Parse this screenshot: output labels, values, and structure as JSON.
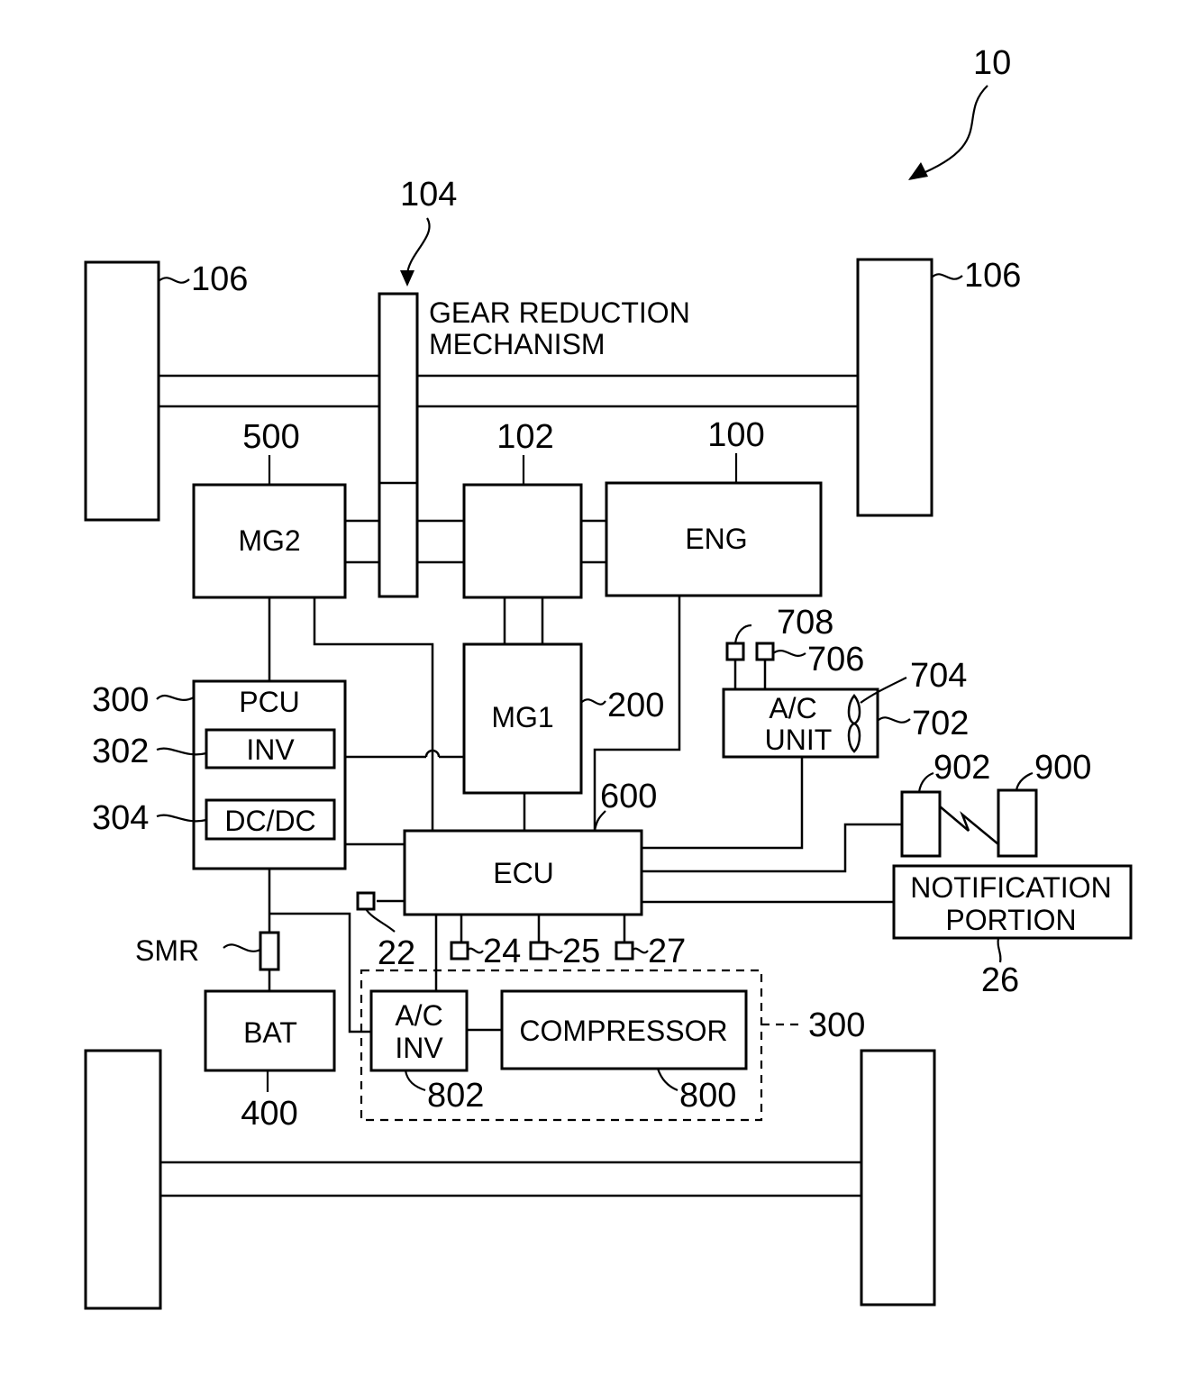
{
  "figure_ref": "10",
  "labels": {
    "gear_line1": "GEAR REDUCTION",
    "gear_line2": "MECHANISM",
    "mg2": "MG2",
    "eng": "ENG",
    "mg1": "MG1",
    "pcu": "PCU",
    "inv": "INV",
    "dcdc": "DC/DC",
    "ecu": "ECU",
    "ac_unit_line1": "A/C",
    "ac_unit_line2": "UNIT",
    "notification_line1": "NOTIFICATION",
    "notification_line2": "PORTION",
    "smr": "SMR",
    "bat": "BAT",
    "ac_inv_line1": "A/C",
    "ac_inv_line2": "INV",
    "compressor": "COMPRESSOR"
  },
  "refs": {
    "wheel_left": "106",
    "wheel_right": "106",
    "gear": "104",
    "mg2": "500",
    "split": "102",
    "eng": "100",
    "mg1": "200",
    "pcu": "300",
    "inv": "302",
    "dcdc": "304",
    "ecu": "600",
    "sensor_708": "708",
    "sensor_706": "706",
    "ac_fan_704": "704",
    "ac_unit": "702",
    "device_902": "902",
    "device_900": "900",
    "notification": "26",
    "sensor_22": "22",
    "sensor_24": "24",
    "sensor_25": "25",
    "sensor_27": "27",
    "ac_group": "300",
    "bat": "400",
    "ac_inv": "802",
    "compressor": "800"
  }
}
